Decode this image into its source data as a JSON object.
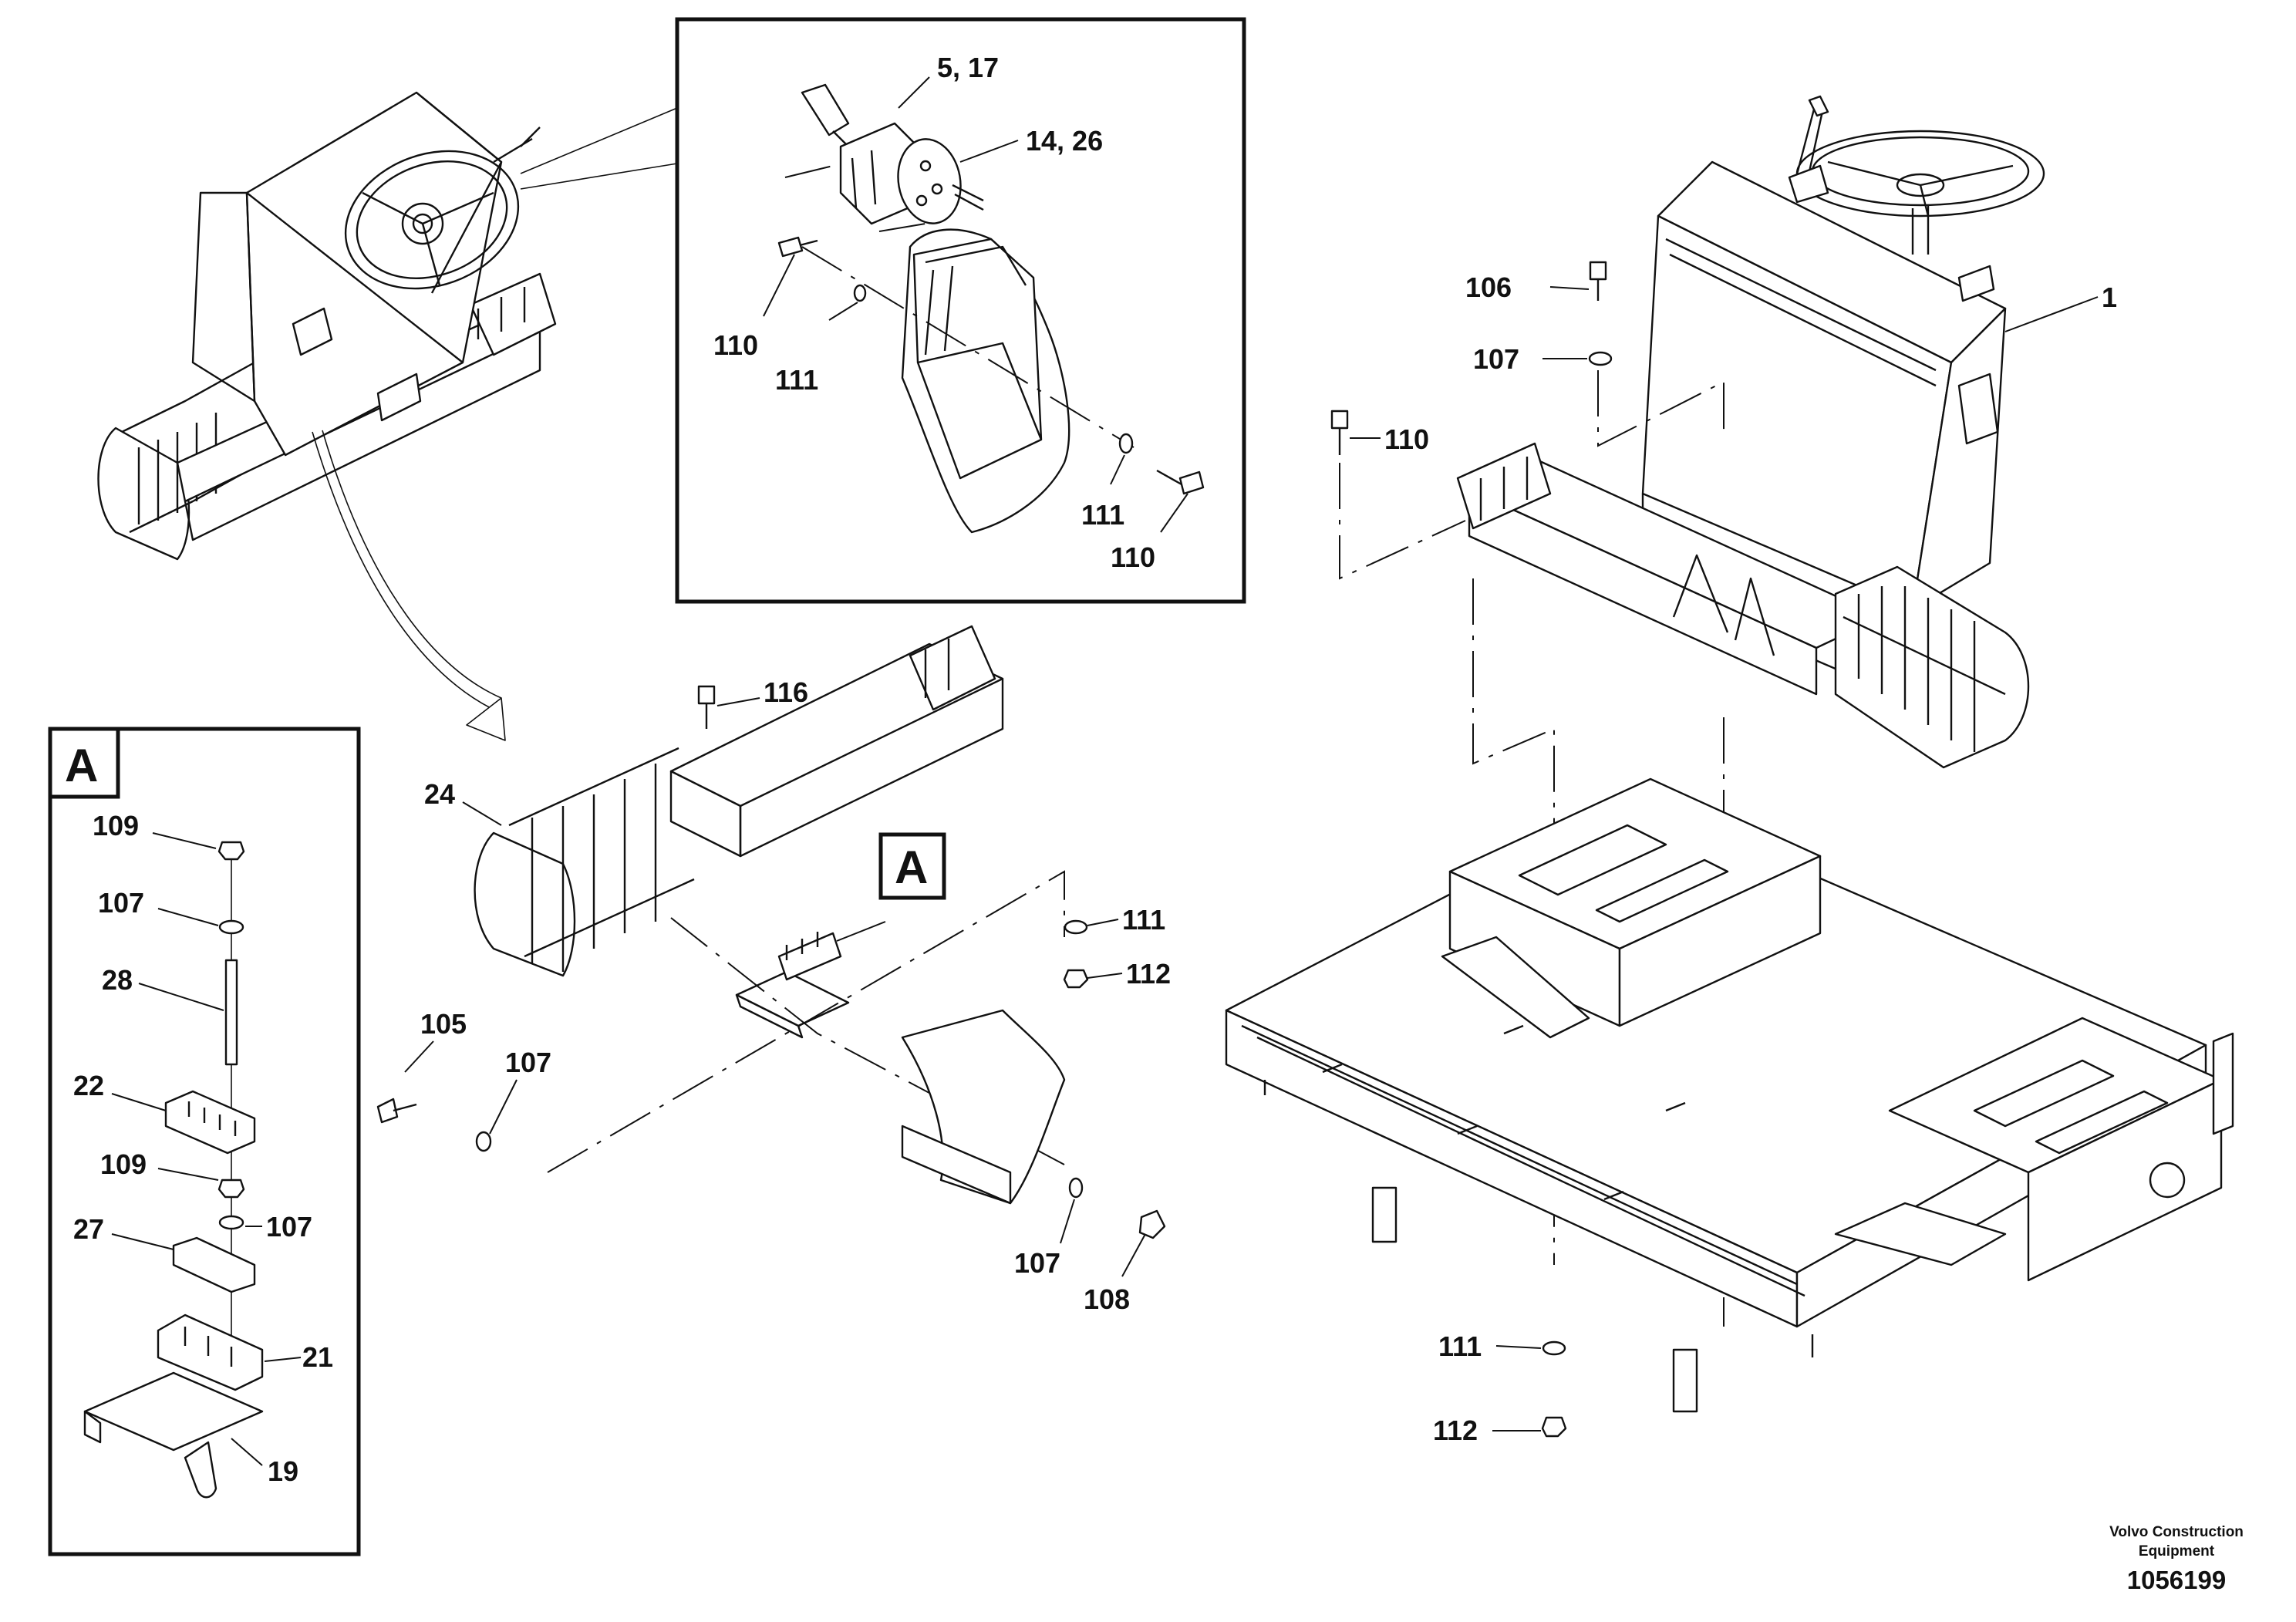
{
  "labels": {
    "p1": "1",
    "p5_17": "5, 17",
    "p14_26": "14, 26",
    "p110_detail_a": "110",
    "p111_detail_a": "111",
    "p111_detail_b": "111",
    "p110_detail_b": "110",
    "p106": "106",
    "p107_right": "107",
    "p110_right": "110",
    "p116": "116",
    "p24": "24",
    "p111_mid": "111",
    "p112_mid": "112",
    "p105": "105",
    "p107_mid": "107",
    "p107_lower": "107",
    "p108": "108",
    "p111_bottom": "111",
    "p112_bottom": "112",
    "pA_109_top": "109",
    "pA_107_top": "107",
    "pA_28": "28",
    "pA_22": "22",
    "pA_109_mid": "109",
    "pA_107_mid": "107",
    "pA_27": "27",
    "pA_21": "21",
    "pA_19": "19"
  },
  "detail_marker": "A",
  "detail_marker_inset": "A",
  "footer": {
    "company_line1": "Volvo Construction",
    "company_line2": "Equipment",
    "doc_number": "1056199"
  }
}
